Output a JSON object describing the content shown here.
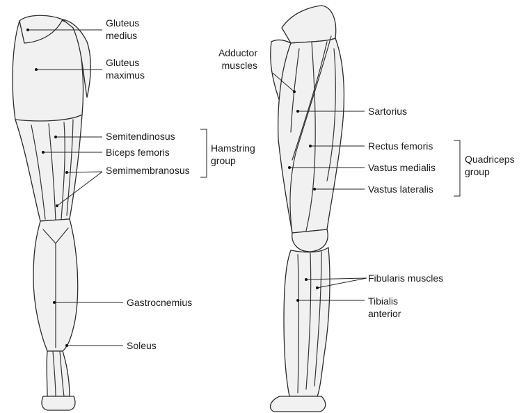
{
  "posterior_view": {
    "labels": {
      "gluteus_medius": [
        "Gluteus",
        "medius"
      ],
      "gluteus_maximus": [
        "Gluteus",
        "maximus"
      ],
      "semitendinosus": "Semitendinosus",
      "biceps_femoris": "Biceps femoris",
      "semimembranosus": "Semimembranosus",
      "gastrocnemius": "Gastrocnemius",
      "soleus": "Soleus"
    },
    "group_label": [
      "Hamstring",
      "group"
    ]
  },
  "anterior_view": {
    "labels": {
      "adductor_muscles": [
        "Adductor",
        "muscles"
      ],
      "sartorius": "Sartorius",
      "rectus_femoris": "Rectus femoris",
      "vastus_medialis": "Vastus medialis",
      "vastus_lateralis": "Vastus lateralis",
      "fibularis_muscles": "Fibularis muscles",
      "tibialis_anterior": [
        "Tibialis",
        "anterior"
      ]
    },
    "group_label": [
      "Quadriceps",
      "group"
    ]
  }
}
